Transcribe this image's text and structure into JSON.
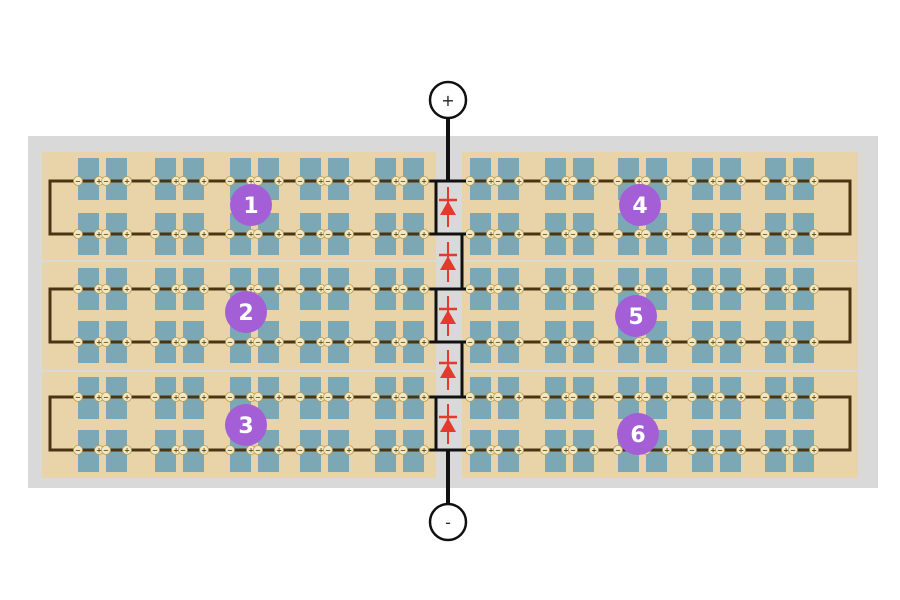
{
  "terminals": {
    "positive": {
      "label": "+"
    },
    "negative": {
      "label": "-"
    }
  },
  "strings": [
    {
      "label": "1"
    },
    {
      "label": "2"
    },
    {
      "label": "3"
    },
    {
      "label": "4"
    },
    {
      "label": "5"
    },
    {
      "label": "6"
    }
  ],
  "cell_polarity": {
    "plus": "+",
    "minus": "−"
  },
  "colors": {
    "frame": "#d9d9d9",
    "panel": "#e8d4a8",
    "cell": "#7ba8b4",
    "wire": "#4a3512",
    "badge": "#a55fd6",
    "diode": "#e23b2e",
    "bus": "#111111"
  },
  "diodes": {
    "count": 5
  }
}
